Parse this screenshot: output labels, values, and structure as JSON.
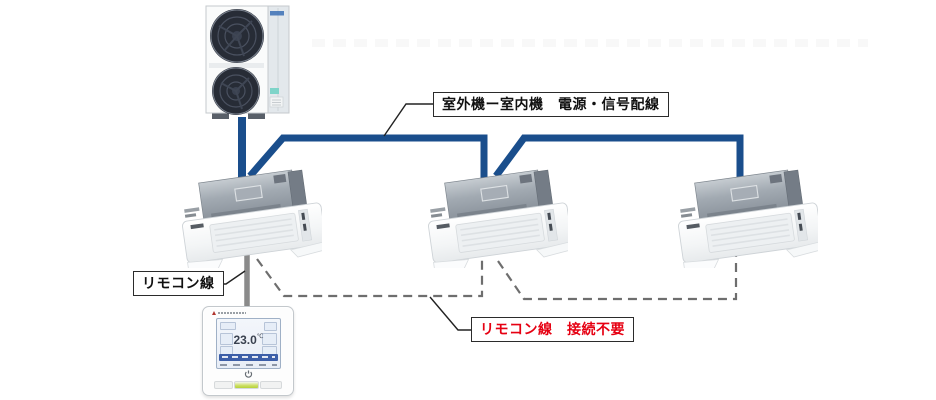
{
  "labels": {
    "power_signal_wiring": "室外機ー室内機　電源・信号配線",
    "remote_wire": "リモコン線",
    "remote_wire_not_required": "リモコン線　接続不要"
  },
  "remote_controller": {
    "temperature": "23.0",
    "temperature_unit": "℃"
  },
  "colors": {
    "power_signal_wire": "#1a4e8c",
    "remote_wire": "#8a8a8a",
    "remote_wire_dashed": "#6e6e6e",
    "leader_line": "#222222",
    "not_required_text": "#e60012"
  },
  "icons": {
    "outdoor_unit": "outdoor-unit-illustration",
    "indoor_unit": "ceiling-cassette-indoor-unit-illustration",
    "remote_controller": "wired-remote-controller-illustration",
    "power_button": "power-icon"
  }
}
